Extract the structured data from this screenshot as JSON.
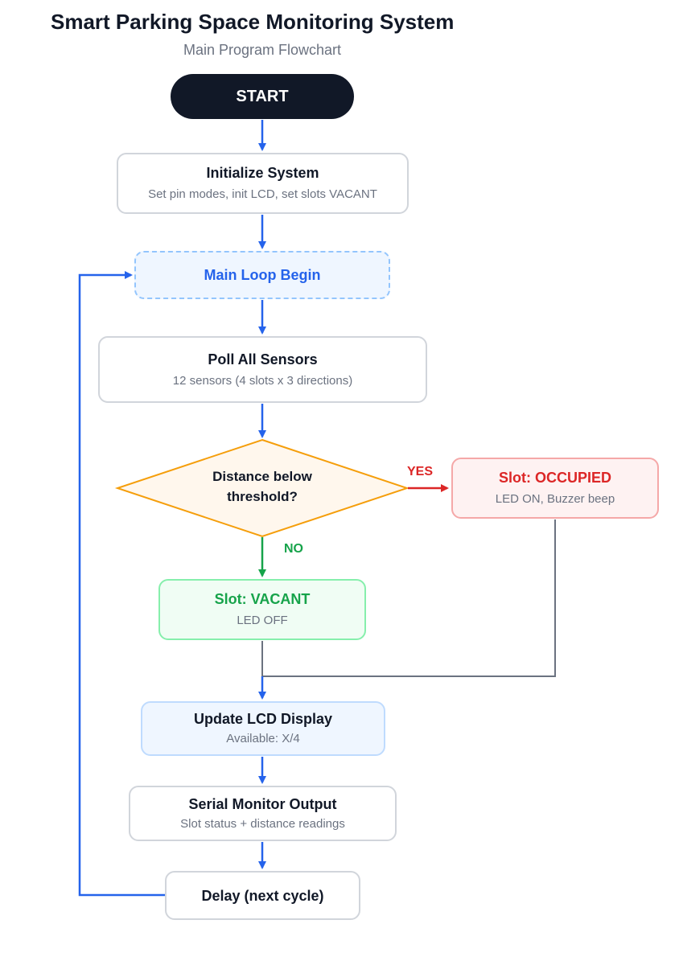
{
  "header": {
    "title": "Smart Parking Space Monitoring System",
    "subtitle": "Main Program Flowchart"
  },
  "nodes": {
    "start": {
      "title": "START"
    },
    "init": {
      "title": "Initialize System",
      "sub": "Set pin modes, init LCD, set slots VACANT"
    },
    "loop": {
      "title": "Main Loop Begin"
    },
    "poll": {
      "title": "Poll All Sensors",
      "sub": "12 sensors (4 slots x 3 directions)"
    },
    "decision": {
      "title": "Distance below threshold?"
    },
    "occupied": {
      "title": "Slot: OCCUPIED",
      "sub": "LED ON, Buzzer beep"
    },
    "vacant": {
      "title": "Slot: VACANT",
      "sub": "LED OFF"
    },
    "lcd": {
      "title": "Update LCD Display",
      "sub": "Available: X/4"
    },
    "serial": {
      "title": "Serial Monitor Output",
      "sub": "Slot status + distance readings"
    },
    "delay": {
      "title": "Delay (next cycle)"
    }
  },
  "branches": {
    "yes": "YES",
    "no": "NO"
  },
  "colors": {
    "arrow_blue": "#2563eb",
    "arrow_green": "#16a34a",
    "arrow_red": "#dc2626",
    "line_gray": "#6b7280",
    "decision_fill": "#fff7ed",
    "decision_stroke": "#f59e0b"
  }
}
